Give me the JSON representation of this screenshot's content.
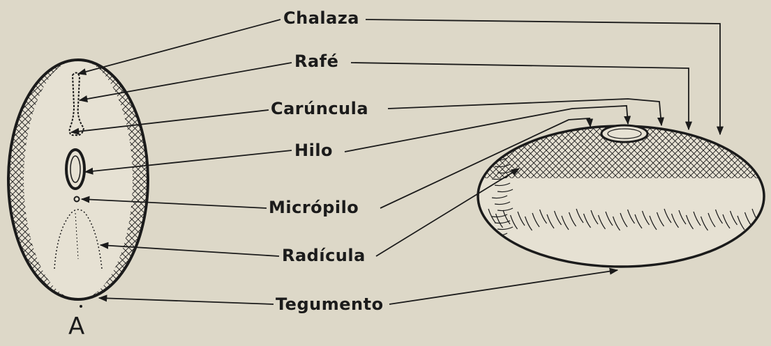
{
  "diagram": {
    "figure_letter": "A",
    "labels": {
      "chalaza": "Chalaza",
      "rafe": "Rafé",
      "caruncula": "Carúncula",
      "hilo": "Hilo",
      "micropilo": "Micrópilo",
      "radicula": "Radícula",
      "tegumento": "Tegumento"
    },
    "colors": {
      "paper": "#ddd8c8",
      "ink": "#1b1b1b"
    }
  }
}
